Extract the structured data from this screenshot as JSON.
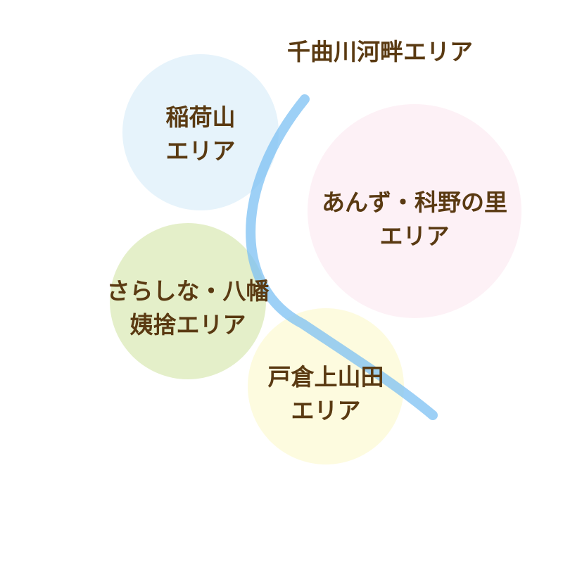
{
  "river": {
    "label": "千曲川河畔エリア",
    "color": "#7cc0f3"
  },
  "areas": [
    {
      "id": "inariyama",
      "lines": [
        "稲荷山",
        "エリア"
      ],
      "color": "#e6f3fb"
    },
    {
      "id": "anzu-shinano",
      "lines": [
        "あんず・科野の里",
        "エリア"
      ],
      "color": "#fdf1f6"
    },
    {
      "id": "sarashina-yawata",
      "lines": [
        "さらしな・八幡",
        "姨捨エリア"
      ],
      "color": "#e4efc9"
    },
    {
      "id": "tokura-kamiyamada",
      "lines": [
        "戸倉上山田",
        "エリア"
      ],
      "color": "#fdfbdf"
    }
  ],
  "text_color": "#5a3a12"
}
